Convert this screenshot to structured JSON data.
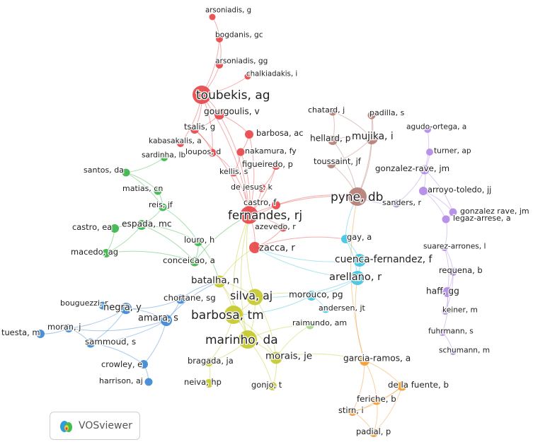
{
  "clusters": {
    "red": "#e8474a",
    "brown": "#b57d74",
    "violet": "#b38ae6",
    "green": "#3bb54a",
    "cyan": "#3fc5e0",
    "blue": "#3d88d4",
    "yellow": "#c4c92a",
    "orange": "#f59a2e",
    "lightgreen": "#9fd97c"
  },
  "nodes": [
    {
      "label": "arsoniadis, g",
      "c": "red",
      "v": 0.15
    },
    {
      "label": "bogdanis, gc",
      "c": "red",
      "v": 0.2
    },
    {
      "label": "arsoniadis, gg",
      "c": "red",
      "v": 0.2
    },
    {
      "label": "chalkiadakis, i",
      "c": "red",
      "v": 0.15
    },
    {
      "label": "toubekis, ag",
      "c": "red",
      "v": 1.0
    },
    {
      "label": "gourgoulis, v",
      "c": "red",
      "v": 0.4
    },
    {
      "label": "tsalis, g",
      "c": "red",
      "v": 0.3
    },
    {
      "label": "kabasakalis, a",
      "c": "red",
      "v": 0.2
    },
    {
      "label": "loupos, d",
      "c": "red",
      "v": 0.25
    },
    {
      "label": "barbosa, ac",
      "c": "red",
      "v": 0.3
    },
    {
      "label": "nakamura, fy",
      "c": "red",
      "v": 0.25
    },
    {
      "label": "kellis, s",
      "c": "red",
      "v": 0.25
    },
    {
      "label": "figueiredo, p",
      "c": "red",
      "v": 0.3
    },
    {
      "label": "de jesus, k",
      "c": "red",
      "v": 0.25
    },
    {
      "label": "castro, f",
      "c": "red",
      "v": 0.3
    },
    {
      "label": "fernandes, rj",
      "c": "red",
      "v": 0.95
    },
    {
      "label": "azevedo, r",
      "c": "red",
      "v": 0.25
    },
    {
      "label": "zacca, r",
      "c": "red",
      "v": 0.5
    },
    {
      "label": "chatard, j",
      "c": "brown",
      "v": 0.25
    },
    {
      "label": "padilla, s",
      "c": "brown",
      "v": 0.25
    },
    {
      "label": "hellard, p",
      "c": "brown",
      "v": 0.4
    },
    {
      "label": "mujika, i",
      "c": "brown",
      "v": 0.6
    },
    {
      "label": "toussaint, jf",
      "c": "brown",
      "v": 0.3
    },
    {
      "label": "pyne, db",
      "c": "brown",
      "v": 1.0
    },
    {
      "label": "agudo-ortega, a",
      "c": "violet",
      "v": 0.2
    },
    {
      "label": "turner, ap",
      "c": "violet",
      "v": 0.2
    },
    {
      "label": "gonzalez-rave, jm",
      "c": "violet",
      "v": 0.35
    },
    {
      "label": "arroyo-toledo, jj",
      "c": "violet",
      "v": 0.3
    },
    {
      "label": "gonzalez rave, jm",
      "c": "violet",
      "v": 0.25
    },
    {
      "label": "sanders, r",
      "c": "violet",
      "v": 0.25
    },
    {
      "label": "legaz-arrese, a",
      "c": "violet",
      "v": 0.25
    },
    {
      "label": "suarez-arrones, l",
      "c": "violet",
      "v": 0.2
    },
    {
      "label": "requena, b",
      "c": "violet",
      "v": 0.3
    },
    {
      "label": "haff, gg",
      "c": "violet",
      "v": 0.4
    },
    {
      "label": "keiner, m",
      "c": "violet",
      "v": 0.2
    },
    {
      "label": "fuhrmann, s",
      "c": "violet",
      "v": 0.2
    },
    {
      "label": "schumann, m",
      "c": "violet",
      "v": 0.2
    },
    {
      "label": "sardinha, lb",
      "c": "green",
      "v": 0.2
    },
    {
      "label": "santos, da",
      "c": "green",
      "v": 0.25
    },
    {
      "label": "matias, cn",
      "c": "green",
      "v": 0.25
    },
    {
      "label": "reis, jf",
      "c": "green",
      "v": 0.25
    },
    {
      "label": "castro, ea",
      "c": "green",
      "v": 0.3
    },
    {
      "label": "espada, mc",
      "c": "green",
      "v": 0.4
    },
    {
      "label": "macedo, ag",
      "c": "green",
      "v": 0.3
    },
    {
      "label": "louro, h",
      "c": "green",
      "v": 0.3
    },
    {
      "label": "conceicao, a",
      "c": "green",
      "v": 0.35
    },
    {
      "label": "gay, a",
      "c": "cyan",
      "v": 0.3
    },
    {
      "label": "cuenca-fernandez, f",
      "c": "cyan",
      "v": 0.6
    },
    {
      "label": "arellano, r",
      "c": "cyan",
      "v": 0.7
    },
    {
      "label": "morouco, pg",
      "c": "cyan",
      "v": 0.4
    },
    {
      "label": "andersen, jt",
      "c": "cyan",
      "v": 0.25
    },
    {
      "label": "chortane, sg",
      "c": "blue",
      "v": 0.35
    },
    {
      "label": "bouguezzi, r",
      "c": "blue",
      "v": 0.25
    },
    {
      "label": "negra, y",
      "c": "blue",
      "v": 0.5
    },
    {
      "label": "amara, s",
      "c": "blue",
      "v": 0.5
    },
    {
      "label": "moran, j",
      "c": "blue",
      "v": 0.3
    },
    {
      "label": "tuesta, m",
      "c": "blue",
      "v": 0.3
    },
    {
      "label": "sammoud, s",
      "c": "blue",
      "v": 0.35
    },
    {
      "label": "crowley, e",
      "c": "blue",
      "v": 0.3
    },
    {
      "label": "harrison, aj",
      "c": "blue",
      "v": 0.25
    },
    {
      "label": "batalha, n",
      "c": "yellow",
      "v": 0.55
    },
    {
      "label": "silva, aj",
      "c": "yellow",
      "v": 0.85
    },
    {
      "label": "barbosa, tm",
      "c": "yellow",
      "v": 1.0
    },
    {
      "label": "marinho, da",
      "c": "yellow",
      "v": 1.0
    },
    {
      "label": "morais, je",
      "c": "yellow",
      "v": 0.55
    },
    {
      "label": "bragada, ja",
      "c": "yellow",
      "v": 0.3
    },
    {
      "label": "neiva, hp",
      "c": "yellow",
      "v": 0.3
    },
    {
      "label": "gonjo, t",
      "c": "yellow",
      "v": 0.3
    },
    {
      "label": "raimundo, am",
      "c": "lightgreen",
      "v": 0.25
    },
    {
      "label": "garcia-ramos, a",
      "c": "orange",
      "v": 0.4
    },
    {
      "label": "de la fuente, b",
      "c": "orange",
      "v": 0.35
    },
    {
      "label": "feriche, b",
      "c": "orange",
      "v": 0.35
    },
    {
      "label": "stirn, i",
      "c": "orange",
      "v": 0.3
    },
    {
      "label": "padial, p",
      "c": "orange",
      "v": 0.3
    }
  ],
  "logo": {
    "text": "VOSviewer"
  }
}
